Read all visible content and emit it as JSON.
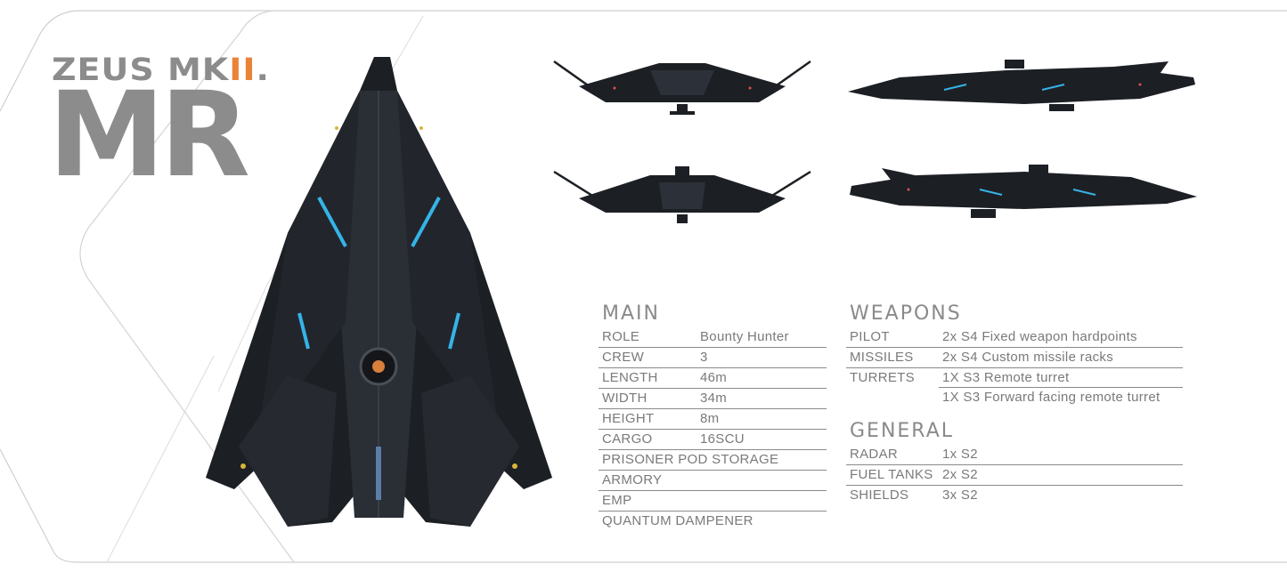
{
  "logo": {
    "line1_prefix": "ZEUS MK",
    "line1_accent": "II",
    "line1_suffix": ".",
    "line2": "MR"
  },
  "colors": {
    "accent": "#e9833a",
    "logo_gray": "#8c8c8c",
    "text_gray": "#7a7a7a",
    "rule": "#8a8a8a",
    "hull": "#1c1f24",
    "glow_blue": "#35b4e8",
    "glow_yellow": "#d9b43a"
  },
  "images": {
    "top_view": "ship-top-view",
    "front_view": "ship-front-view",
    "rear_view": "ship-rear-view",
    "side_view_right": "ship-side-view-right",
    "side_view_left": "ship-side-view-left"
  },
  "main": {
    "title": "MAIN",
    "rows": [
      {
        "label": "ROLE",
        "value": "Bounty Hunter"
      },
      {
        "label": "CREW",
        "value": "3"
      },
      {
        "label": "LENGTH",
        "value": "46m"
      },
      {
        "label": "WIDTH",
        "value": "34m"
      },
      {
        "label": "HEIGHT",
        "value": "8m"
      },
      {
        "label": "CARGO",
        "value": "16SCU"
      },
      {
        "label": "PRISONER POD STORAGE",
        "value": ""
      },
      {
        "label": "ARMORY",
        "value": ""
      },
      {
        "label": "EMP",
        "value": ""
      },
      {
        "label": "QUANTUM DAMPENER",
        "value": ""
      }
    ]
  },
  "weapons": {
    "title": "WEAPONS",
    "rows": [
      {
        "label": "PILOT",
        "value": "2x S4 Fixed weapon hardpoints"
      },
      {
        "label": "MISSILES",
        "value": "2x S4 Custom missile racks"
      },
      {
        "label": "TURRETS",
        "value": "1X S3 Remote turret"
      },
      {
        "label": "",
        "value": "1X S3 Forward facing remote turret"
      }
    ]
  },
  "general": {
    "title": "GENERAL",
    "rows": [
      {
        "label": "RADAR",
        "value": "1x S2"
      },
      {
        "label": "FUEL TANKS",
        "value": "2x S2"
      },
      {
        "label": "SHIELDS",
        "value": "3x S2"
      }
    ]
  }
}
